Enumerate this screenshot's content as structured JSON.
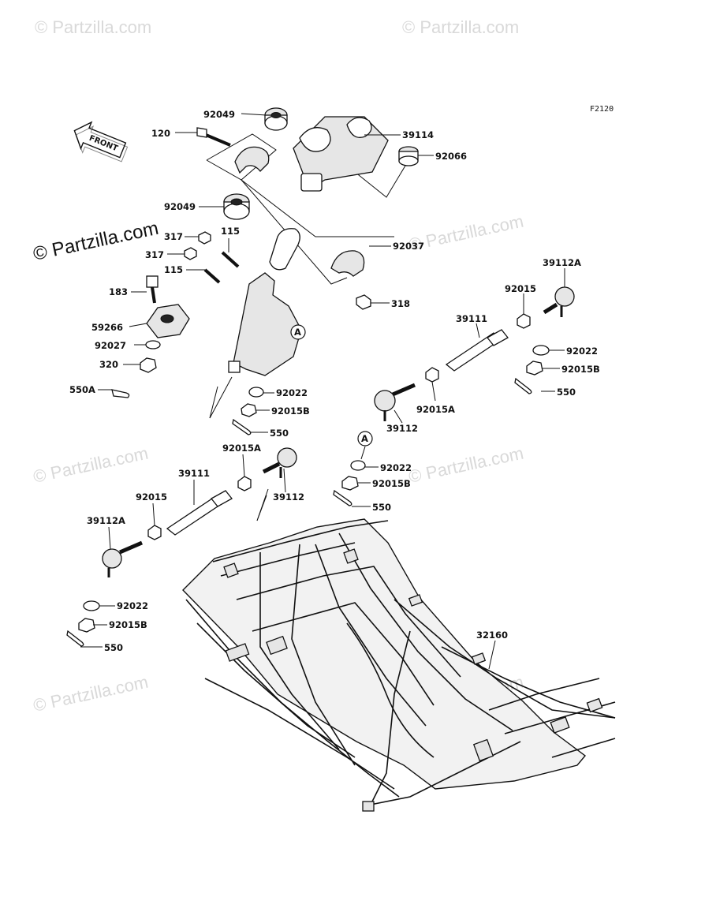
{
  "figure_code": "F2120",
  "direction_label": "FRONT",
  "watermark_text": "© Partzilla.com",
  "callouts": {
    "p92049_top": "92049",
    "p120": "120",
    "p39114": "39114",
    "p92066": "92066",
    "p92049_mid": "92049",
    "p317_a": "317",
    "p317_b": "317",
    "p115_a": "115",
    "p115_b": "115",
    "p92037": "92037",
    "p318": "318",
    "p183": "183",
    "p59266": "59266",
    "p92027": "92027",
    "p320": "320",
    "p550A": "550A",
    "ref_A_left": "A",
    "p92022_l": "92022",
    "p92015B_l": "92015B",
    "p550_l": "550",
    "p39112A_r": "39112A",
    "p92015_r": "92015",
    "p39111_r": "39111",
    "p92022_r": "92022",
    "p92015B_r": "92015B",
    "p550_r": "550",
    "p92015A_r": "92015A",
    "p39112_r": "39112",
    "ref_A_right": "A",
    "p92022_r2": "92022",
    "p92015B_r2": "92015B",
    "p550_r2": "550",
    "p92015A_l": "92015A",
    "p39111_l": "39111",
    "p39112_l": "39112",
    "p92015_l": "92015",
    "p39112A_l": "39112A",
    "p92022_l2": "92022",
    "p92015B_l2": "92015B",
    "p550_l2": "550",
    "p32160": "32160"
  }
}
